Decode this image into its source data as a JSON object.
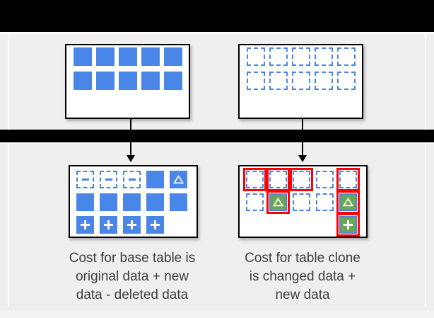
{
  "colors": {
    "background": "#efefef",
    "bar_black": "#000000",
    "block_blue": "#4a86e8",
    "block_green": "#6aa84f",
    "billing_outline_red": "#ff0000",
    "box_background": "#ffffff",
    "box_border": "#000000",
    "caption_text": "#3c4043"
  },
  "icons": {
    "minus": "−",
    "plus": "+",
    "delta": "△"
  },
  "captions": {
    "left": {
      "lines": [
        "Cost for base table is",
        "original data + new",
        "data - deleted data"
      ]
    },
    "right": {
      "lines": [
        "Cost for table clone",
        "is changed data +",
        "new data"
      ]
    }
  },
  "boxes": {
    "top_left": {
      "cells": [
        [
          {
            "fill": "solid"
          },
          {
            "fill": "solid"
          },
          {
            "fill": "solid"
          },
          {
            "fill": "solid"
          },
          {
            "fill": "solid"
          }
        ],
        [
          {
            "fill": "solid"
          },
          {
            "fill": "solid"
          },
          {
            "fill": "solid"
          },
          {
            "fill": "solid"
          },
          {
            "fill": "solid"
          }
        ]
      ]
    },
    "top_right": {
      "cells": [
        [
          {
            "fill": "dashed"
          },
          {
            "fill": "dashed"
          },
          {
            "fill": "dashed"
          },
          {
            "fill": "dashed"
          },
          {
            "fill": "dashed"
          }
        ],
        [
          {
            "fill": "dashed"
          },
          {
            "fill": "dashed"
          },
          {
            "fill": "dashed"
          },
          {
            "fill": "dashed"
          },
          {
            "fill": "dashed"
          }
        ]
      ]
    },
    "bottom_left": {
      "cells": [
        [
          {
            "fill": "dashed",
            "glyph": "minus"
          },
          {
            "fill": "dashed",
            "glyph": "minus"
          },
          {
            "fill": "dashed",
            "glyph": "minus"
          },
          {
            "fill": "solid"
          },
          {
            "fill": "solid",
            "glyph": "delta"
          }
        ],
        [
          {
            "fill": "solid"
          },
          {
            "fill": "solid"
          },
          {
            "fill": "solid"
          },
          {
            "fill": "solid"
          },
          {
            "fill": "solid"
          }
        ],
        [
          {
            "fill": "solid",
            "glyph": "plus"
          },
          {
            "fill": "solid",
            "glyph": "plus"
          },
          {
            "fill": "solid",
            "glyph": "plus"
          },
          {
            "fill": "solid",
            "glyph": "plus"
          },
          {
            "fill": "none"
          }
        ]
      ]
    },
    "bottom_right": {
      "cells": [
        [
          {
            "fill": "dashed",
            "red": true
          },
          {
            "fill": "dashed",
            "red": true
          },
          {
            "fill": "dashed",
            "red": true
          },
          {
            "fill": "dashed"
          },
          {
            "fill": "dashed",
            "red": true
          }
        ],
        [
          {
            "fill": "dashed"
          },
          {
            "fill": "green",
            "glyph": "delta",
            "red": true
          },
          {
            "fill": "dashed"
          },
          {
            "fill": "dashed"
          },
          {
            "fill": "green",
            "glyph": "delta",
            "red": true
          }
        ],
        [
          {
            "fill": "none"
          },
          {
            "fill": "none"
          },
          {
            "fill": "none"
          },
          {
            "fill": "none"
          },
          {
            "fill": "green",
            "glyph": "plus",
            "red": true
          }
        ]
      ]
    }
  }
}
